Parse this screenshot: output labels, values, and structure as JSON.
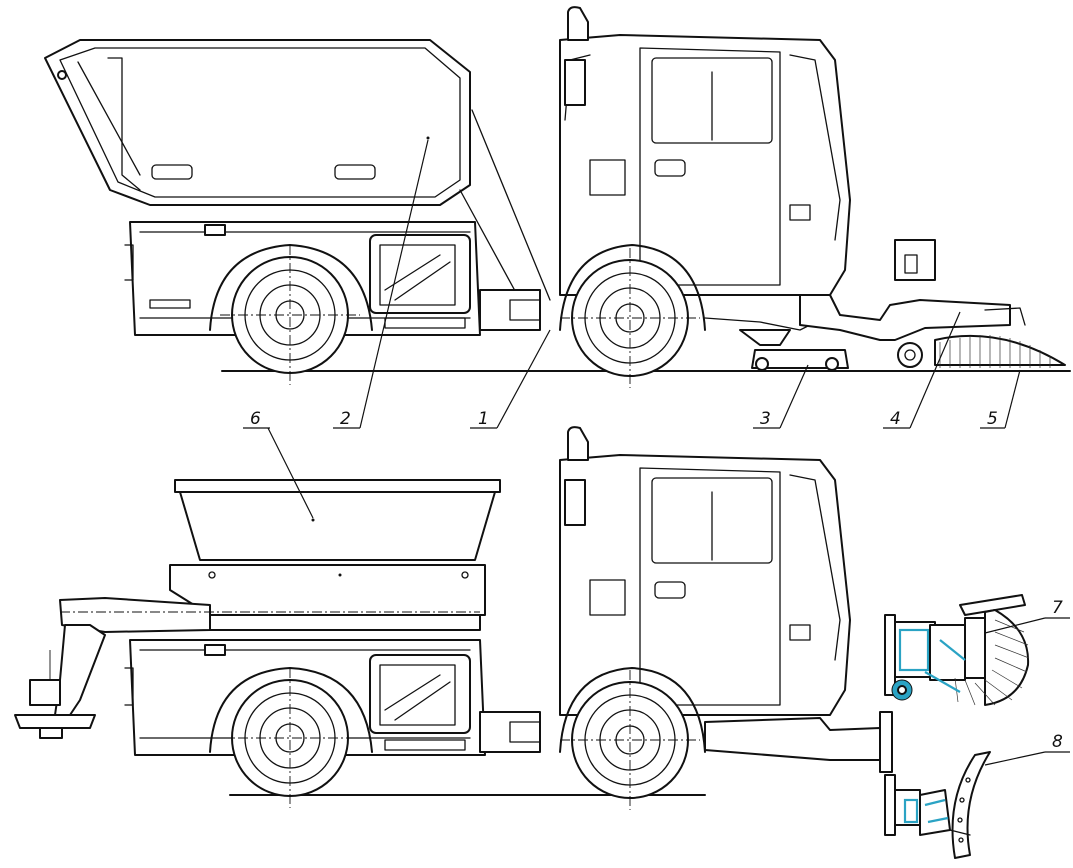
{
  "callouts": [
    {
      "id": "c1",
      "label": "1"
    },
    {
      "id": "c2",
      "label": "2"
    },
    {
      "id": "c3",
      "label": "3"
    },
    {
      "id": "c4",
      "label": "4"
    },
    {
      "id": "c5",
      "label": "5"
    },
    {
      "id": "c6",
      "label": "6"
    },
    {
      "id": "c7",
      "label": "7"
    },
    {
      "id": "c8",
      "label": "8"
    }
  ],
  "colors": {
    "line": "#111111",
    "accent": "#2aa3c4",
    "background": "#ffffff"
  }
}
